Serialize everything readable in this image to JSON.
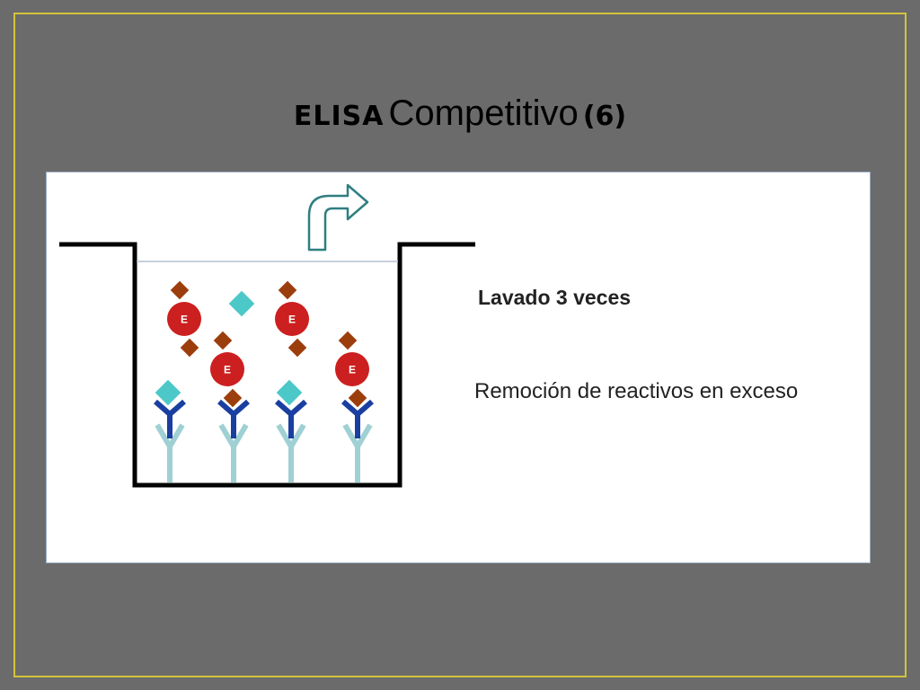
{
  "slide": {
    "title_prefix": "ELISA",
    "title_word": "Competitivo",
    "title_number": "(6)"
  },
  "diagram": {
    "step_label": "Lavado 3 veces",
    "description": "Remoción de reactivos en exceso",
    "enzyme_label": "E"
  },
  "colors": {
    "background": "#6b6b6b",
    "frame_border": "#d4c43a",
    "panel": "#ffffff",
    "enzyme": "#cc1f1f",
    "hapten": "#9c3d0c",
    "antigen": "#4cc8c8",
    "detect_antibody": "#1a3fa0",
    "capture_antibody": "#9fd0d4",
    "arrow": "#2f7f80"
  }
}
